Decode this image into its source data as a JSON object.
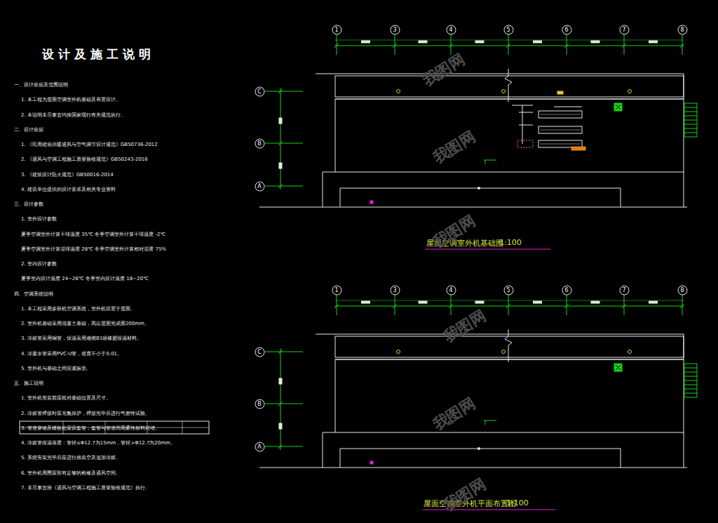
{
  "diagram": {
    "title": "设计及施工说明",
    "nodes": [
      {
        "text": [
          "1"
        ]
      },
      {
        "text": [
          "3"
        ]
      },
      {
        "text": [
          "4"
        ]
      },
      {
        "text": [
          "5"
        ]
      },
      {
        "text": [
          "6"
        ]
      },
      {
        "text": [
          "7"
        ]
      },
      {
        "text": [
          "8"
        ]
      },
      {
        "text": [
          "C"
        ]
      },
      {
        "text": [
          "B"
        ]
      },
      {
        "text": [
          "A"
        ]
      },
      {
        "text": [
          "1"
        ]
      },
      {
        "text": [
          "3"
        ]
      },
      {
        "text": [
          "4"
        ]
      },
      {
        "text": [
          "5"
        ]
      },
      {
        "text": [
          "6"
        ]
      },
      {
        "text": [
          "7"
        ]
      },
      {
        "text": [
          "8"
        ]
      },
      {
        "text": [
          "C"
        ]
      },
      {
        "text": [
          "B"
        ]
      },
      {
        "text": [
          "A"
        ]
      }
    ],
    "labels": [
      "一、设计依据及范围说明",
      "1. 本工程为屋面空调室外机基础及布置设计。",
      "2. 本说明未尽事宜均按国家现行有关规范执行。",
      "二、设计依据",
      "1. 《民用建筑供暖通风与空气调节设计规范》GB50736-2012",
      "2. 《通风与空调工程施工质量验收规范》GB50243-2016",
      "3. 《建筑设计防火规范》GB50016-2014",
      "4. 建设单位提供的设计要求及相关专业资料",
      "三、设计参数",
      "1. 室外设计参数",
      "夏季空调室外计算干球温度  35℃    冬季空调室外计算干球温度  -2℃",
      "夏季空调室外计算湿球温度  28℃    冬季空调室外计算相对湿度  75%",
      "2. 室内设计参数",
      "夏季室内设计温度  24~26℃    冬季室内设计温度  18~20℃",
      "四、空调系统说明",
      "1. 本工程采用多联机空调系统，室外机设置于屋面。",
      "2. 室外机基础采用混凝土基础，高出屋面完成面200mm。",
      "3. 冷媒管采用铜管，保温采用难燃B1级橡塑保温材料。",
      "4. 冷凝水管采用PVC-U管，坡度不小于0.01。",
      "5. 室外机与基础之间设减振垫。",
      "五、施工说明",
      "1. 室外机安装前应核对基础位置及尺寸。",
      "2. 冷媒管焊接时应充氮保护，焊接完毕后进行气密性试验。",
      "3. 管道穿墙及楼板处应设套管，套管与管道间用柔性材料封堵。",
      "4. 冷媒管保温厚度：管径≤Φ12.7为15mm，管径>Φ12.7为20mm。",
      "5. 系统安装完毕后应进行抽真空及追加冷媒。",
      "6. 室外机周围应留有足够的检修及通风空间。",
      "7. 未尽事宜按《通风与空调工程施工质量验收规范》执行。",
      "屋面空调室外机基础图",
      "1:100",
      "屋面空调室外机平面布置图",
      "1:100",
      "我图网",
      "我图网",
      "我图网",
      "我图网",
      "我图网",
      "我图网"
    ]
  }
}
